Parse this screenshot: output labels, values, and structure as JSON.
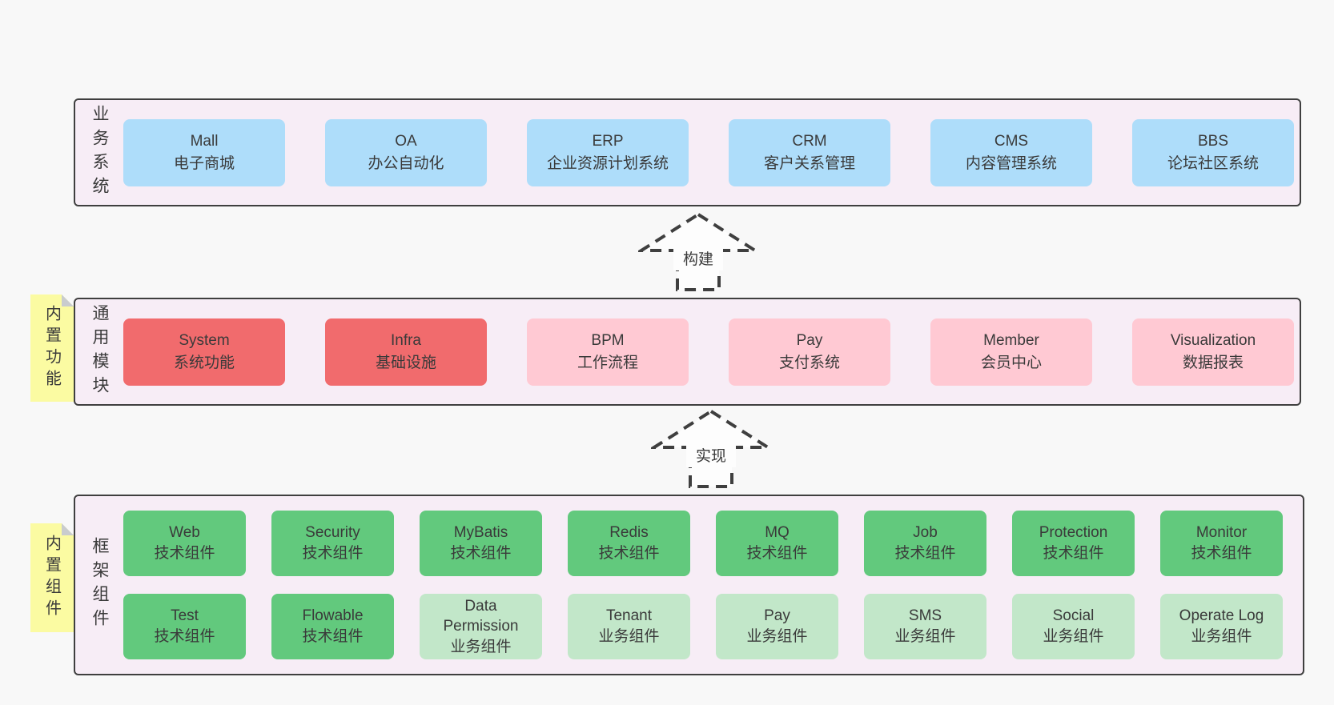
{
  "colors": {
    "page_bg": "#f8f8f8",
    "layer_bg": "#f7edf6",
    "layer_border": "#3f3f3f",
    "box_blue": "#aeddfa",
    "box_red": "#f16b6d",
    "box_pink": "#ffc9d3",
    "box_green_dark": "#62c97d",
    "box_green_light": "#c2e7c9",
    "tab_yellow": "#fbfba2",
    "tab_fold_gray": "#c9ccce",
    "text": "#3a3a3a"
  },
  "layers": {
    "business": {
      "label": "业务系统",
      "boxes": [
        {
          "title": "Mall",
          "subtitle": "电子商城"
        },
        {
          "title": "OA",
          "subtitle": "办公自动化"
        },
        {
          "title": "ERP",
          "subtitle": "企业资源计划系统"
        },
        {
          "title": "CRM",
          "subtitle": "客户关系管理"
        },
        {
          "title": "CMS",
          "subtitle": "内容管理系统"
        },
        {
          "title": "BBS",
          "subtitle": "论坛社区系统"
        }
      ]
    },
    "modules": {
      "label": "通用模块",
      "tab": "内置功能",
      "boxes": [
        {
          "title": "System",
          "subtitle": "系统功能"
        },
        {
          "title": "Infra",
          "subtitle": "基础设施"
        },
        {
          "title": "BPM",
          "subtitle": "工作流程"
        },
        {
          "title": "Pay",
          "subtitle": "支付系统"
        },
        {
          "title": "Member",
          "subtitle": "会员中心"
        },
        {
          "title": "Visualization",
          "subtitle": "数据报表"
        }
      ]
    },
    "components": {
      "label": "框架组件",
      "tab": "内置组件",
      "row1": [
        {
          "title": "Web",
          "subtitle": "技术组件"
        },
        {
          "title": "Security",
          "subtitle": "技术组件"
        },
        {
          "title": "MyBatis",
          "subtitle": "技术组件"
        },
        {
          "title": "Redis",
          "subtitle": "技术组件"
        },
        {
          "title": "MQ",
          "subtitle": "技术组件"
        },
        {
          "title": "Job",
          "subtitle": "技术组件"
        },
        {
          "title": "Protection",
          "subtitle": "技术组件"
        },
        {
          "title": "Monitor",
          "subtitle": "技术组件"
        }
      ],
      "row2": [
        {
          "title": "Test",
          "subtitle": "技术组件"
        },
        {
          "title": "Flowable",
          "subtitle": "技术组件"
        },
        {
          "title": "Data Permission",
          "subtitle": "业务组件"
        },
        {
          "title": "Tenant",
          "subtitle": "业务组件"
        },
        {
          "title": "Pay",
          "subtitle": "业务组件"
        },
        {
          "title": "SMS",
          "subtitle": "业务组件"
        },
        {
          "title": "Social",
          "subtitle": "业务组件"
        },
        {
          "title": "Operate Log",
          "subtitle": "业务组件"
        }
      ]
    }
  },
  "arrows": {
    "build": {
      "label": "构建"
    },
    "implement": {
      "label": "实现"
    }
  }
}
